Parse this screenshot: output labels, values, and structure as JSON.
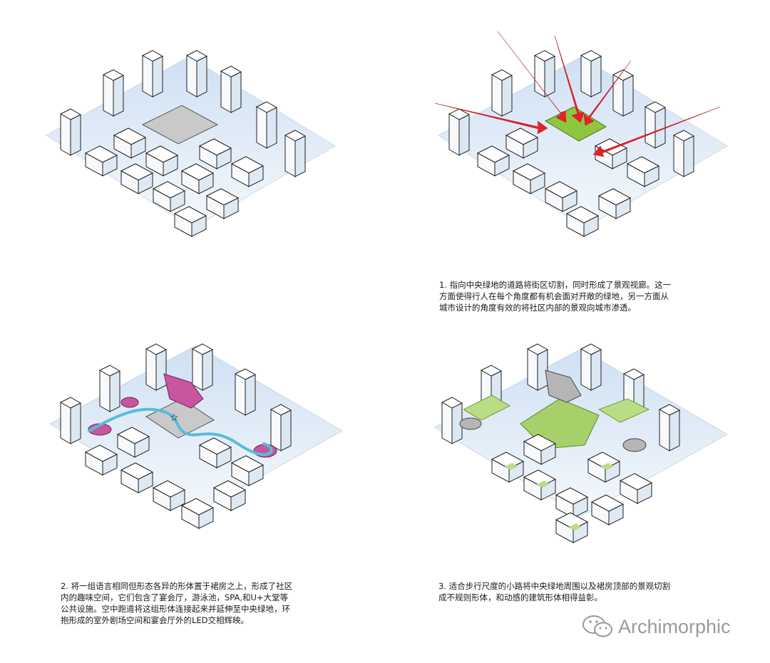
{
  "captions": {
    "panel1": [
      "1. 指向中央绿地的道路将街区切割，同时形成了景观视廊。这一",
      "方面使得行人在每个角度都有机会面对开敞的绿地，另一方面从",
      "城市设计的角度有效的将社区内部的景观向城市渗透。"
    ],
    "panel2": [
      "2. 将一组语言相同但形态各异的形体置于裙房之上，形成了社区",
      "内的趣味空间，它们包含了宴会厅，游泳池，SPA,和U+大堂等",
      "公共设施。空中跑道将这组形体连接起来并延伸至中央绿地，环",
      "抱形成的室外剧场空间和宴会厅外的LED交相辉映。"
    ],
    "panel3": [
      "3. 适合步行尺度的小路将中央绿地周围以及裙房顶部的景观切割",
      "成不规则形体，和动感的建筑形体相得益彰。"
    ]
  },
  "watermark": {
    "text": "Archimorphic",
    "icon": "wechat-icon"
  },
  "colors": {
    "green": "#8dc63f",
    "arrow": "#e8202a",
    "magenta": "#c8559e",
    "track": "#59bcd8",
    "plaza": "#c9c9c9",
    "shadow": "#cfe3f3"
  }
}
